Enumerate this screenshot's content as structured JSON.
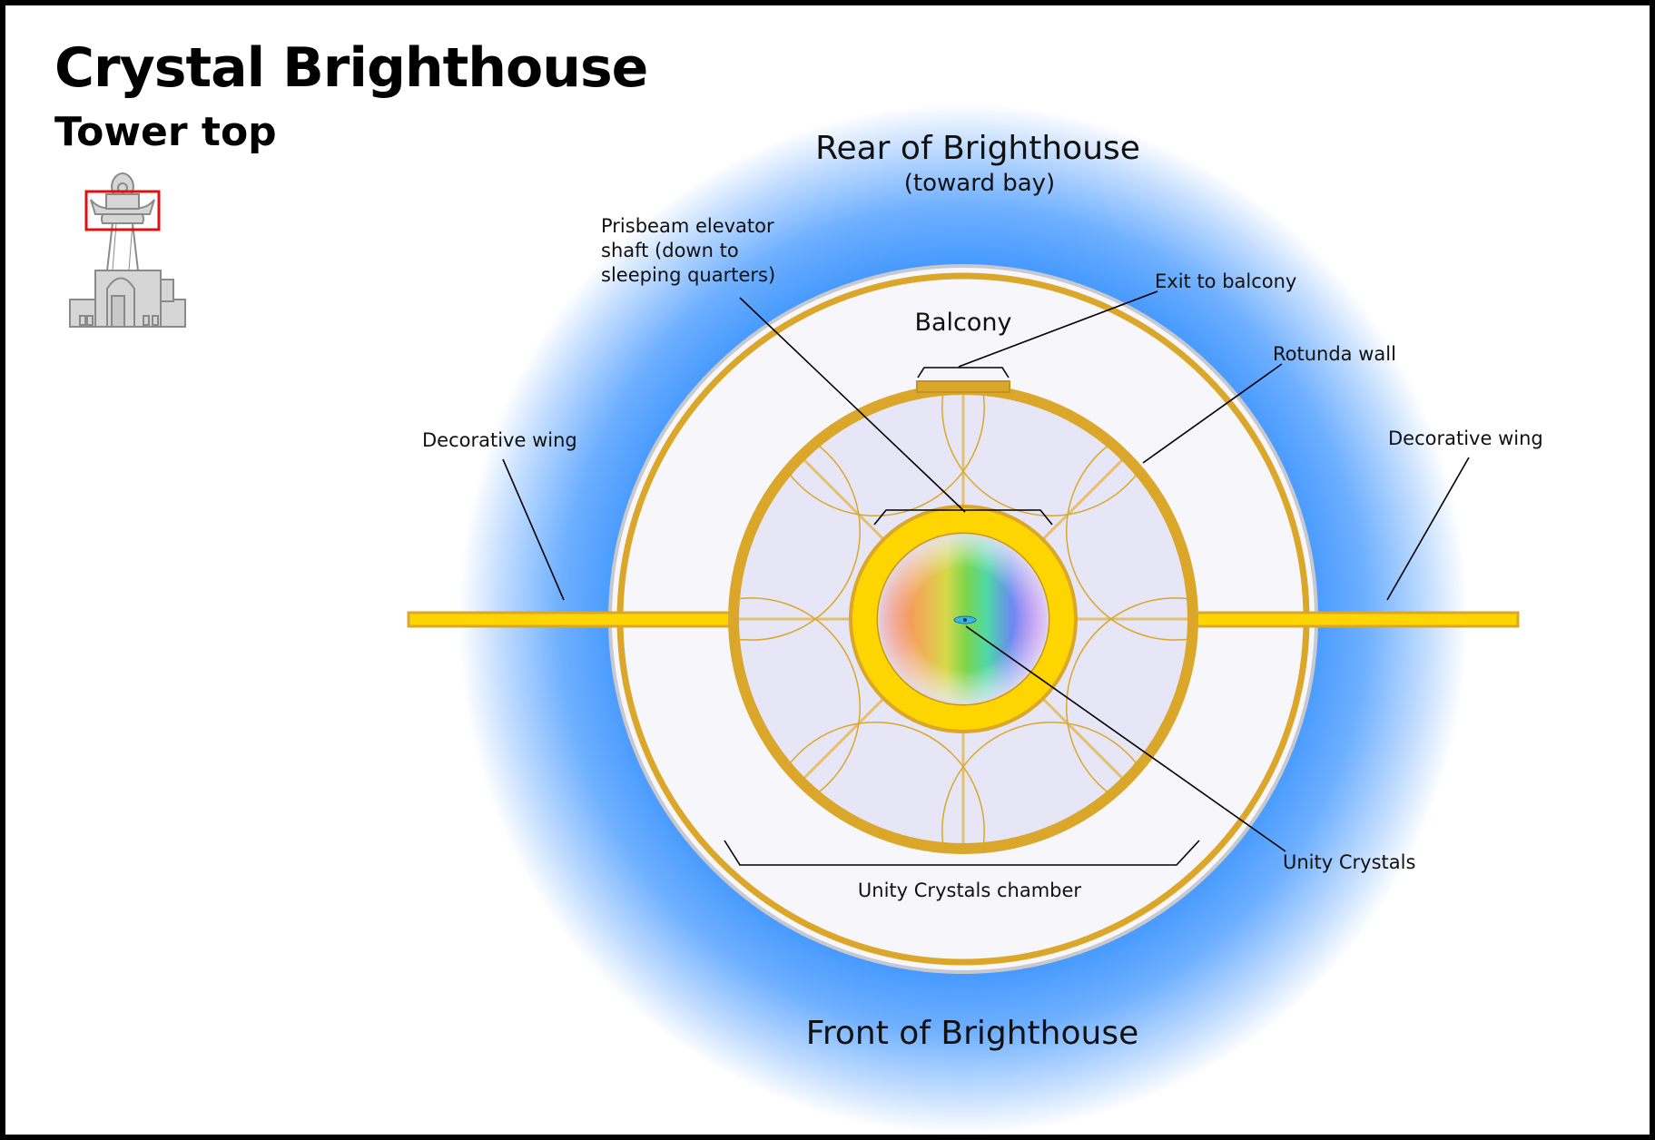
{
  "header": {
    "title": "Crystal Brighthouse",
    "subtitle": "Tower top"
  },
  "locator": {
    "icon": "tower-locator-icon",
    "highlight_color": "#e01010"
  },
  "orientation": {
    "rear": "Rear of Brighthouse",
    "rear_note": "(toward bay)",
    "front": "Front of Brighthouse"
  },
  "labels": {
    "elevator_line1": "Prisbeam elevator",
    "elevator_line2": "shaft (down to",
    "elevator_line3": "sleeping quarters)",
    "exit_balcony": "Exit to balcony",
    "balcony": "Balcony",
    "rotunda_wall": "Rotunda wall",
    "wing_left": "Decorative wing",
    "wing_right": "Decorative wing",
    "unity_crystals": "Unity Crystals",
    "chamber": "Unity Crystals chamber"
  },
  "colors": {
    "glow": "#3a94ff",
    "gold": "#dba72a",
    "yellow": "#ffd500",
    "chamber_fill": "#e6e6f6",
    "balcony_fill": "#f7f7fb"
  }
}
